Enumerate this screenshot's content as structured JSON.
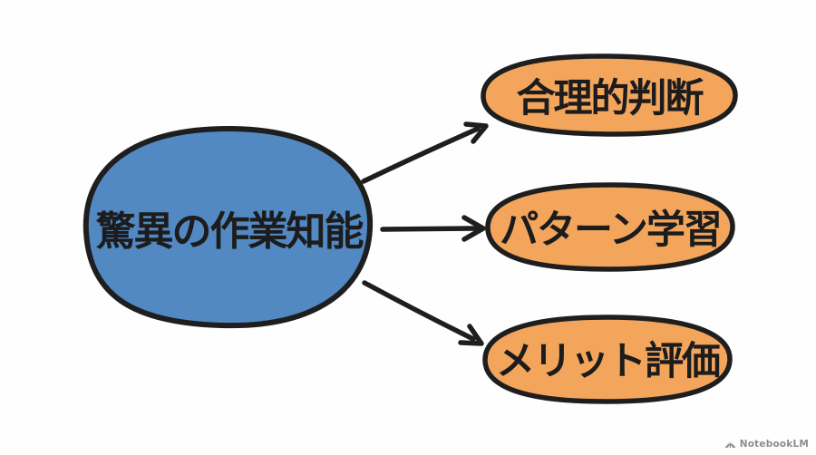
{
  "diagram": {
    "background_color": "#fefefe",
    "outline_color": "#1e1e1e",
    "text_color": "#1c1c1c",
    "center_node": {
      "label": "驚異の作業知能",
      "fill": "#5289c2"
    },
    "branches": [
      {
        "label": "合理的判断",
        "fill": "#f3a55c"
      },
      {
        "label": "パターン学習",
        "fill": "#f3a55c"
      },
      {
        "label": "メリット評価",
        "fill": "#f3a55c"
      }
    ],
    "watermark": {
      "label": "NotebookLM",
      "color": "#8d8d8d"
    }
  }
}
